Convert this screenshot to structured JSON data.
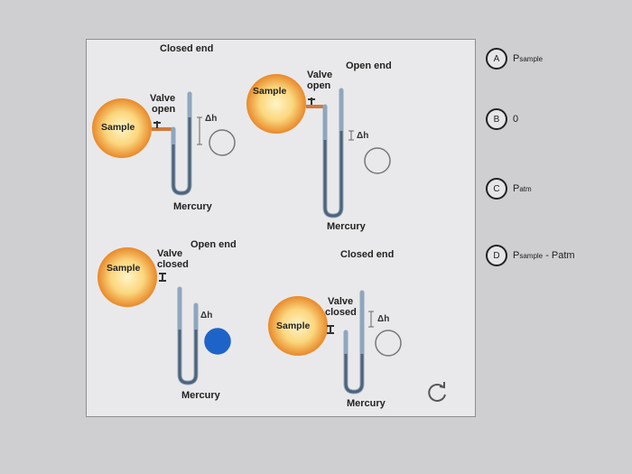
{
  "choices": [
    {
      "letter": "A",
      "main": "P",
      "sub": "sample",
      "tail": ""
    },
    {
      "letter": "B",
      "main": "0",
      "sub": "",
      "tail": ""
    },
    {
      "letter": "C",
      "main": "P",
      "sub": "atm",
      "tail": ""
    },
    {
      "letter": "D",
      "main": "P",
      "sub": "sample",
      "tail": " - Patm"
    }
  ],
  "diagrams": {
    "d1": {
      "end": "Closed end",
      "valve": "Valve",
      "valve_state": "open",
      "sample": "Sample",
      "dh": "Δh",
      "mercury": "Mercury"
    },
    "d2": {
      "end": "Open end",
      "valve": "Valve",
      "valve_state": "open",
      "sample": "Sample",
      "dh": "Δh",
      "mercury": "Mercury"
    },
    "d3": {
      "end": "Open end",
      "valve": "Valve",
      "valve_state": "closed",
      "sample": "Sample",
      "dh": "Δh",
      "mercury": "Mercury"
    },
    "d4": {
      "end": "Closed end",
      "valve": "Valve",
      "valve_state": "closed",
      "sample": "Sample",
      "dh": "Δh",
      "mercury": "Mercury"
    }
  },
  "colors": {
    "accent": "#1e64c8",
    "sample_core": "#fde6a0",
    "sample_edge": "#e8892a",
    "tube": "#8fa6bd",
    "mercury": "#4f6378"
  }
}
